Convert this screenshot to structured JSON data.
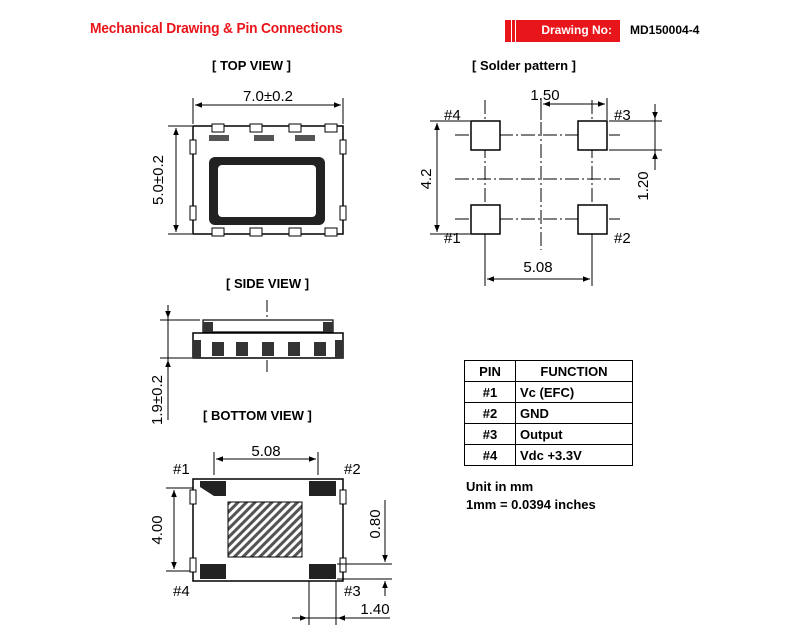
{
  "header": {
    "title": "Mechanical Drawing & Pin Connections",
    "drawing_no_label": "Drawing No:",
    "drawing_no": "MD150004-4",
    "accent_color": "#e8151b"
  },
  "views": {
    "top": {
      "title": "[ TOP  VIEW ]",
      "width_dim": "7.0±0.2",
      "height_dim": "5.0±0.2"
    },
    "solder": {
      "title": "[ Solder pattern ]",
      "pad_pitch_top": "1.50",
      "height_dim": "4.2",
      "pad_size": "1.20",
      "pad_pitch_bottom": "5.08",
      "pins": [
        "#4",
        "#3",
        "#1",
        "#2"
      ]
    },
    "side": {
      "title": "[ SIDE  VIEW ]",
      "height_dim": "1.9±0.2"
    },
    "bottom": {
      "title": "[ BOTTOM  VIEW ]",
      "pitch_dim": "5.08",
      "height_dim": "4.00",
      "pad_dim": "0.80",
      "pad_width_dim": "1.40",
      "pins": [
        "#1",
        "#2",
        "#4",
        "#3"
      ]
    }
  },
  "pin_table": {
    "headers": [
      "PIN",
      "FUNCTION"
    ],
    "rows": [
      [
        "#1",
        "Vc (EFC)"
      ],
      [
        "#2",
        "GND"
      ],
      [
        "#3",
        "Output"
      ],
      [
        "#4",
        "Vdc +3.3V"
      ]
    ]
  },
  "notes": {
    "unit_line": "Unit in mm",
    "conversion_line": "1mm = 0.0394 inches"
  }
}
